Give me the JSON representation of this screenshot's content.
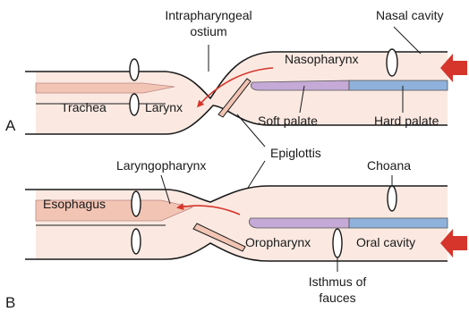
{
  "panels": {
    "a": {
      "letter": "A",
      "labels": {
        "intrapharyngeal_line1": "Intrapharyngeal",
        "intrapharyngeal_line2": "ostium",
        "nasal_cavity": "Nasal cavity",
        "nasopharynx": "Nasopharynx",
        "trachea": "Trachea",
        "larynx": "Larynx",
        "soft_palate": "Soft palate",
        "hard_palate": "Hard palate"
      }
    },
    "b": {
      "letter": "B",
      "labels": {
        "laryngopharynx": "Laryngopharynx",
        "choana": "Choana",
        "esophagus": "Esophagus",
        "oropharynx": "Oropharynx",
        "oral_cavity": "Oral cavity",
        "isthmus_line1": "Isthmus of",
        "isthmus_line2": "fauces"
      }
    },
    "shared": {
      "epiglottis": "Epiglottis"
    }
  },
  "colors": {
    "airway_fill": "#fbe9e1",
    "trachea_tube": "#f2c4b3",
    "soft_palate": "#c5a9d6",
    "hard_palate": "#8fb2dc",
    "arrow_red": "#d6352b",
    "outline": "#1a1a1a"
  }
}
